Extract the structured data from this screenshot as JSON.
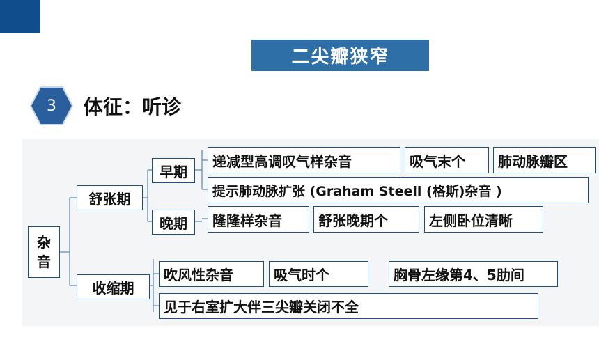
{
  "title": "二尖瓣狭窄",
  "section": {
    "number": "3",
    "heading": "体征：听诊"
  },
  "diagram": {
    "root": [
      "杂",
      "音"
    ],
    "diastolic": {
      "label": "舒张期",
      "early": {
        "label": "早期",
        "items": [
          "递减型高调叹气样杂音",
          "吸气末个",
          "肺动脉瓣区"
        ],
        "note": "提示肺动脉扩张 (Graham  Steell (格斯)杂音 )"
      },
      "late": {
        "label": "晚期",
        "items": [
          "隆隆样杂音",
          "舒张晚期个",
          "左侧卧位清晰"
        ]
      }
    },
    "systolic": {
      "label": "收缩期",
      "items": [
        "吹风性杂音",
        "吸气时个",
        "胸骨左缘第4、5肋间"
      ],
      "note": "见于右室扩大伴三尖瓣关闭不全"
    }
  },
  "colors": {
    "banner": "#2e6fa7",
    "corner": "#0f4d8c",
    "badge": "#2a5f9e",
    "border": "#1a4f86",
    "lines": "#7a9cc4"
  }
}
